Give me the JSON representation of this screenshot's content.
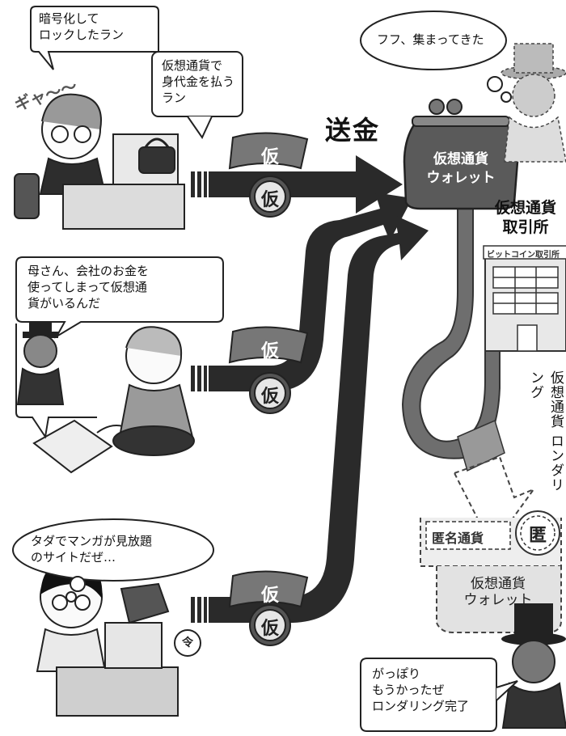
{
  "bubbles": {
    "locked_ransom": "暗号化して\nロックしたラン",
    "pay_ransom": "仮想通貨で\n身代金を払う\nラン",
    "collected": "フフ、集まってきた",
    "mother_call": "母さん、会社のお金を\n使ってしまって仮想通\n貨がいるんだ",
    "free_manga": "タダでマンガが見放題\nのサイトだぜ…",
    "profit": "がっぽり\nもうかったぜ\nロンダリング完了"
  },
  "labels": {
    "send": "送金",
    "wallet": "仮想通貨\nウォレット",
    "exchange": "仮想通貨\n取引所",
    "exchange_sign": "ビットコイン取引所",
    "laundering": "仮想通貨\nロンダリング",
    "anon_coin": "匿名通貨",
    "anon_wallet": "仮想通貨\nウォレット"
  },
  "stamps": {
    "kari": "仮",
    "toku": "匿",
    "rei": "令"
  },
  "sfx": {
    "scream": "ギャ〜〜"
  }
}
